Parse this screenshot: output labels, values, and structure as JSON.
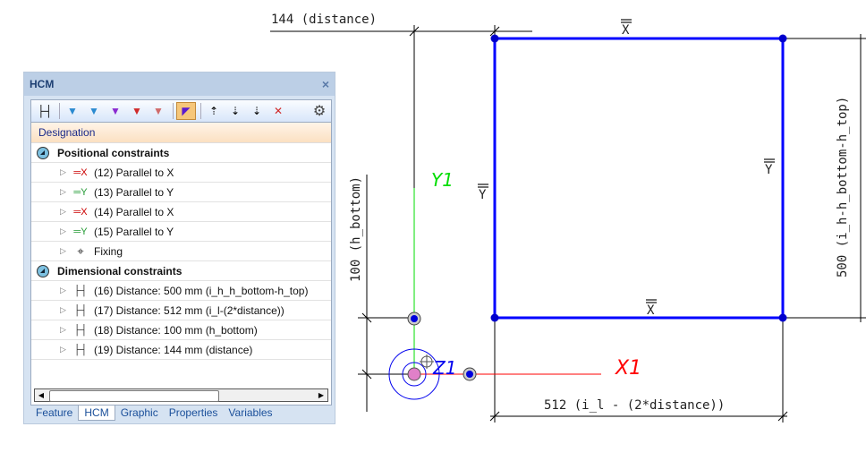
{
  "cad": {
    "dim_distance": "144 (distance)",
    "dim_h_bottom": "100 (h_bottom)",
    "dim_height": "500 (i_h-h_bottom-h_top)",
    "dim_width": "512 (i_l - (2*distance))",
    "axis_x1": "X1",
    "axis_y1": "Y1",
    "axis_z1": "Z1",
    "sym_x": "X",
    "sym_y": "Y",
    "colors": {
      "rect": "#0000ff",
      "x_axis": "#ff0000",
      "y_axis": "#00dd00"
    }
  },
  "panel": {
    "title": "HCM",
    "close": "×",
    "column_header": "Designation",
    "groups": [
      {
        "label": "Positional constraints",
        "items": [
          {
            "icon": "parallel-x-icon",
            "label": "(12) Parallel to X"
          },
          {
            "icon": "parallel-y-icon",
            "label": "(13) Parallel to Y"
          },
          {
            "icon": "parallel-x-icon",
            "label": "(14) Parallel to X"
          },
          {
            "icon": "parallel-y-icon",
            "label": "(15) Parallel to Y"
          },
          {
            "icon": "fixing-icon",
            "label": "Fixing"
          }
        ]
      },
      {
        "label": "Dimensional constraints",
        "items": [
          {
            "icon": "distance-icon",
            "label": "(16) Distance: 500 mm (i_h_h_bottom-h_top)"
          },
          {
            "icon": "distance-icon",
            "label": "(17) Distance: 512 mm (i_l-(2*distance))"
          },
          {
            "icon": "distance-icon",
            "label": "(18) Distance: 100 mm (h_bottom)"
          },
          {
            "icon": "distance-icon",
            "label": "(19) Distance: 144 mm (distance)"
          }
        ]
      }
    ],
    "tabs": [
      "Feature",
      "HCM",
      "Graphic",
      "Properties",
      "Variables"
    ],
    "active_tab": "HCM"
  }
}
